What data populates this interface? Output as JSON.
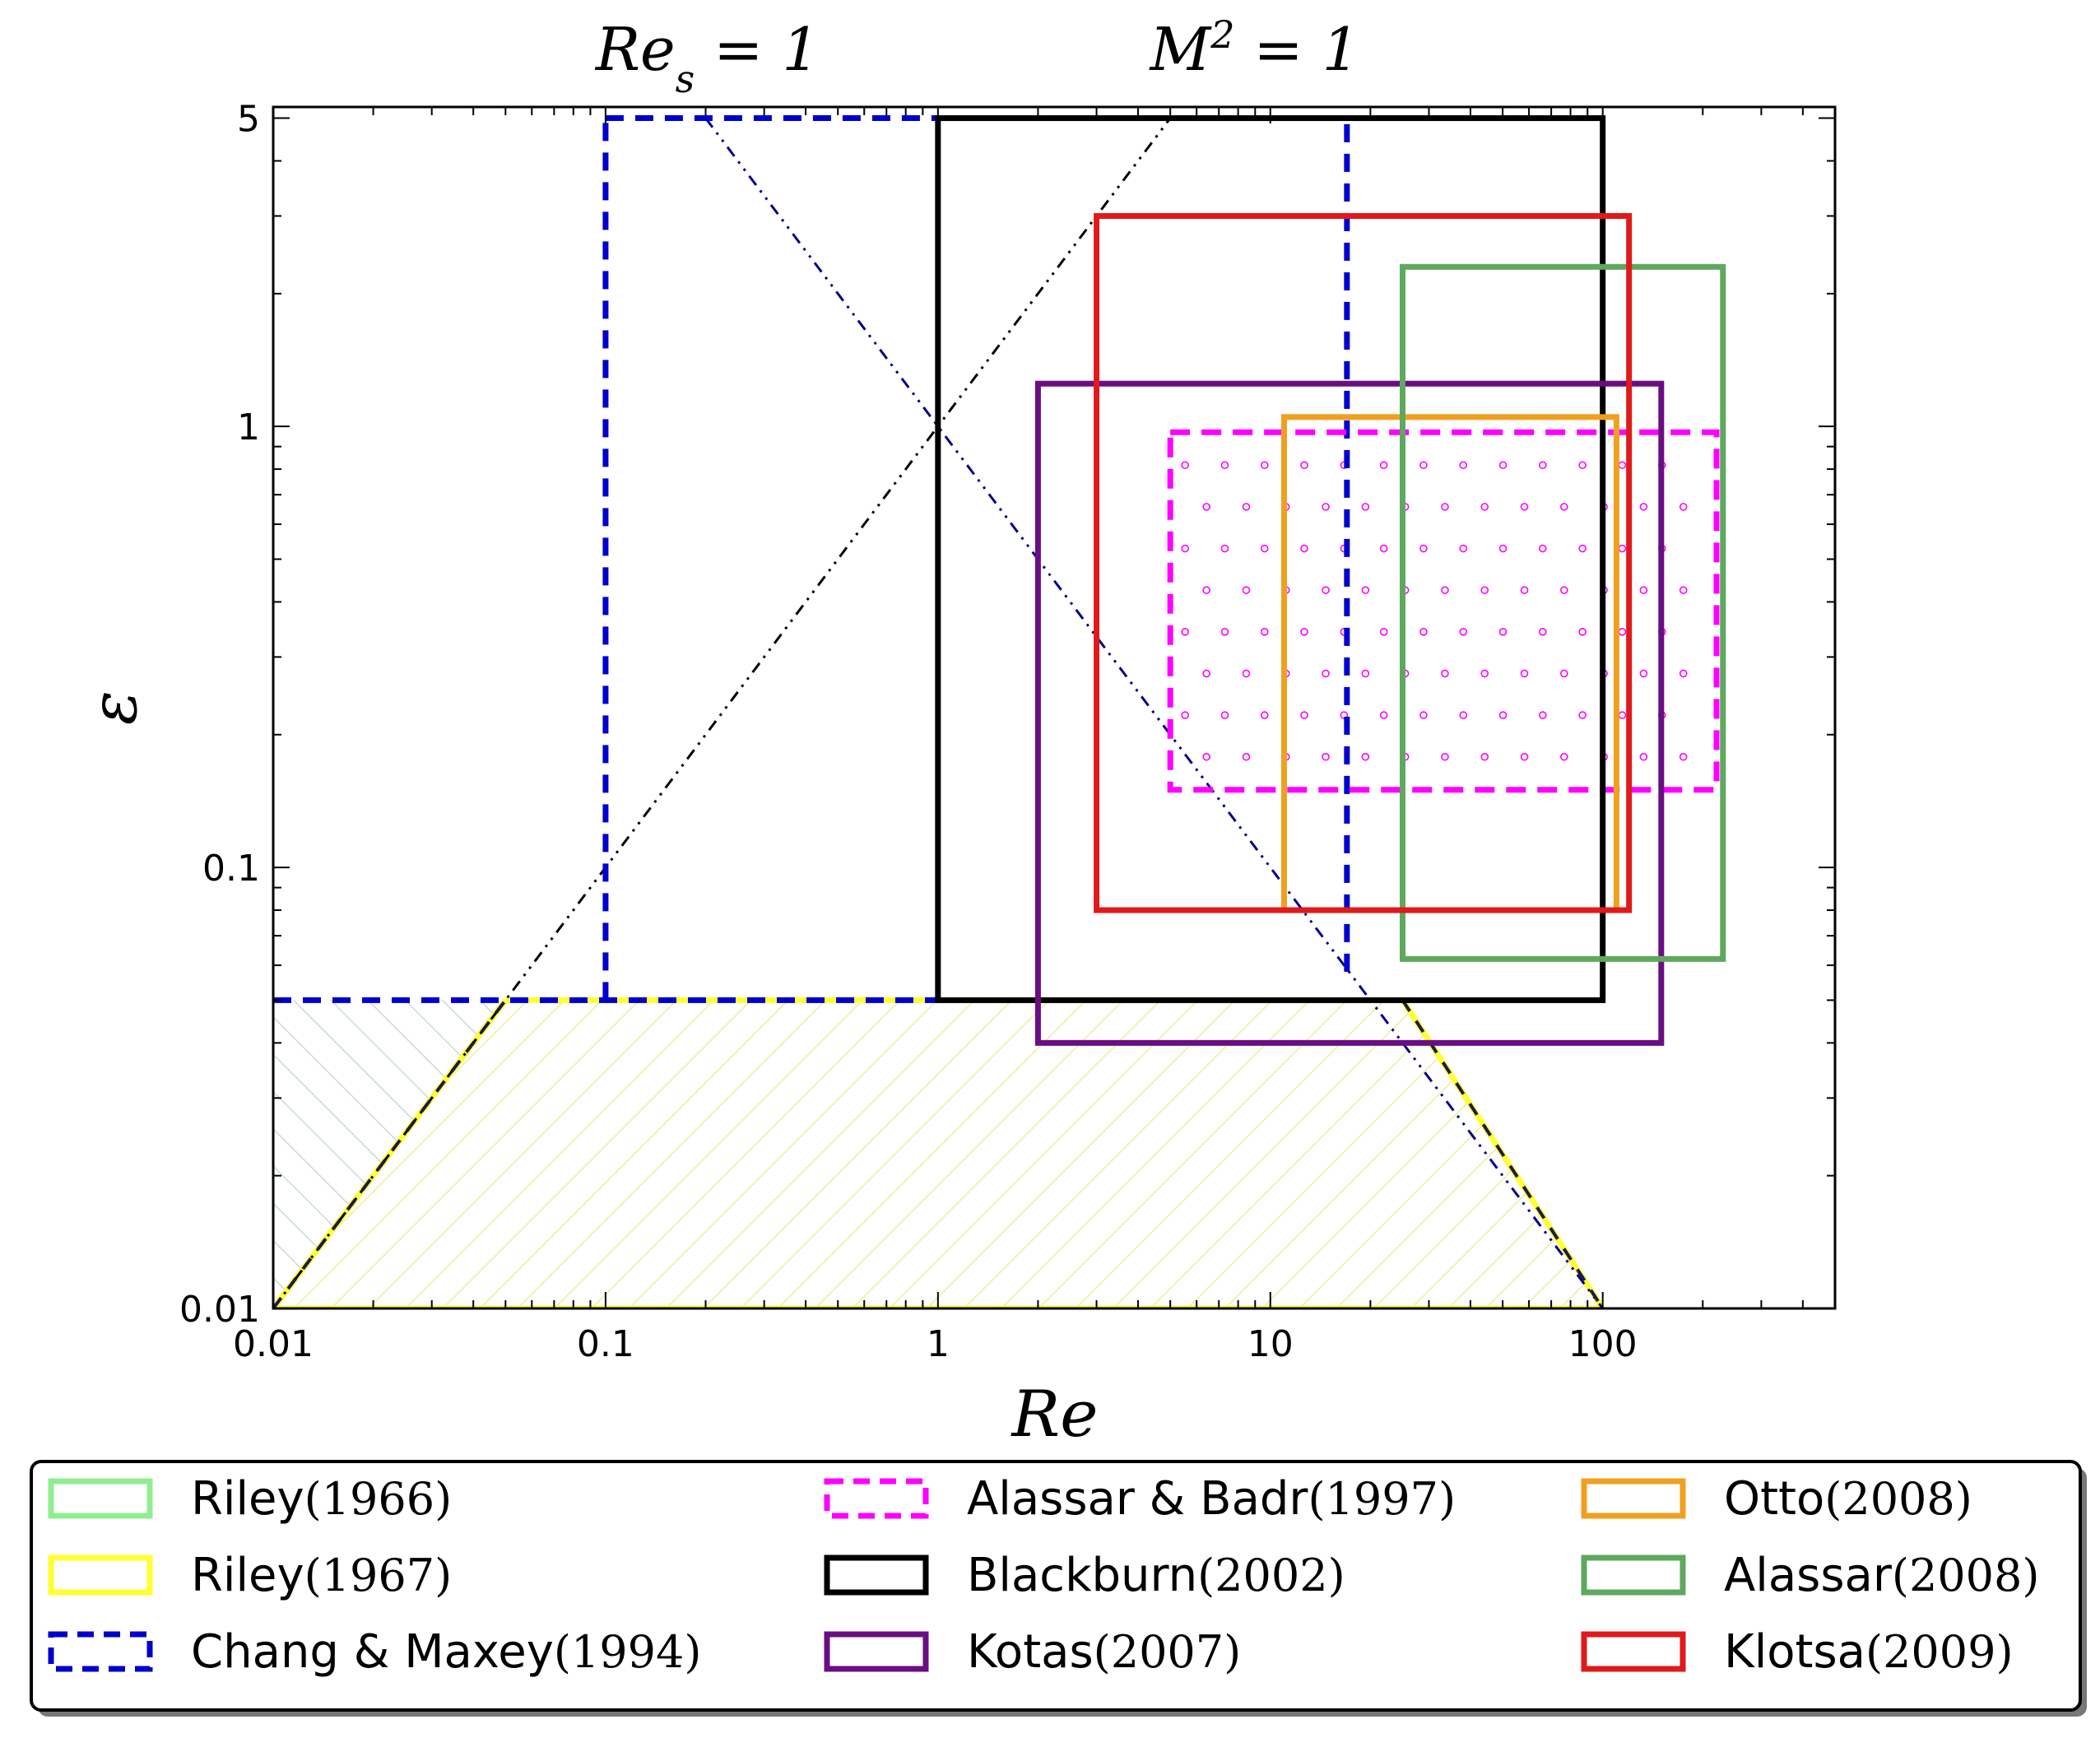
{
  "chart_data": {
    "type": "scatter",
    "xlabel": "Re",
    "ylabel": "ε",
    "xscale": "log",
    "yscale": "log",
    "xlim": [
      0.01,
      500
    ],
    "ylim": [
      0.01,
      5.3
    ],
    "xticks": [
      {
        "value": 0.01,
        "label": "0.01"
      },
      {
        "value": 0.1,
        "label": "0.1"
      },
      {
        "value": 1,
        "label": "1"
      },
      {
        "value": 10,
        "label": "10"
      },
      {
        "value": 100,
        "label": "100"
      }
    ],
    "yticks": [
      {
        "value": 0.01,
        "label": "0.01"
      },
      {
        "value": 0.1,
        "label": "0.1"
      },
      {
        "value": 1,
        "label": "1"
      },
      {
        "value": 5,
        "label": "5"
      }
    ],
    "annotations": [
      {
        "base": "Re",
        "sub": "s",
        "rest": " = 1",
        "x": 0.3
      },
      {
        "base": "M",
        "sup": "2",
        "rest": " = 1",
        "x": 10
      }
    ],
    "guide_lines": [
      {
        "name": "Res=1",
        "color": "#00008b",
        "style": "dashdot",
        "points": [
          [
            0.2,
            5
          ],
          [
            100,
            0.01
          ]
        ]
      },
      {
        "name": "M2=1",
        "color": "#000000",
        "style": "dashdot",
        "points": [
          [
            0.01,
            0.01
          ],
          [
            5,
            5
          ]
        ]
      }
    ],
    "series": [
      {
        "name": "Riley",
        "year": "(1966)",
        "color": "#90ee90",
        "style": "hatch",
        "region": [
          [
            0.01,
            0.05
          ],
          [
            0.05,
            0.05
          ],
          [
            0.01,
            0.01
          ]
        ]
      },
      {
        "name": "Riley",
        "year": "(1967)",
        "color": "#ffff33",
        "style": "hatch",
        "region": [
          [
            0.05,
            0.05
          ],
          [
            25,
            0.05
          ],
          [
            100,
            0.01
          ],
          [
            0.01,
            0.01
          ]
        ]
      },
      {
        "name": "Chang & Maxey",
        "year": "(1994)",
        "color": "#0000cc",
        "style": "dashed",
        "segments": [
          [
            [
              0.1,
              0.05
            ],
            [
              0.1,
              5
            ]
          ],
          [
            [
              0.1,
              5
            ],
            [
              1,
              5
            ]
          ],
          [
            [
              0.01,
              0.05
            ],
            [
              1,
              0.05
            ]
          ],
          [
            [
              17,
              0.058
            ],
            [
              17,
              5
            ]
          ]
        ]
      },
      {
        "name": "Alassar & Badr",
        "year": "(1997)",
        "color": "#ff00ff",
        "style": "dashed-dotted-fill",
        "rect": {
          "x0": 5,
          "x1": 220,
          "y0": 0.15,
          "y1": 0.97
        }
      },
      {
        "name": "Blackburn",
        "year": "(2002)",
        "color": "#000000",
        "style": "solid",
        "rect": {
          "x0": 1,
          "x1": 100,
          "y0": 0.05,
          "y1": 5
        }
      },
      {
        "name": "Kotas",
        "year": "(2007)",
        "color": "#6a0d83",
        "style": "solid",
        "rect": {
          "x0": 2,
          "x1": 150,
          "y0": 0.04,
          "y1": 1.25
        }
      },
      {
        "name": "Otto",
        "year": "(2008)",
        "color": "#f0a020",
        "style": "solid",
        "rect": {
          "x0": 11,
          "x1": 110,
          "y0": 0.08,
          "y1": 1.05
        }
      },
      {
        "name": "Alassar",
        "year": "(2008)",
        "color": "#5fa85f",
        "style": "solid",
        "rect": {
          "x0": 25,
          "x1": 230,
          "y0": 0.062,
          "y1": 2.3
        }
      },
      {
        "name": "Klotsa",
        "year": "(2009)",
        "color": "#e01a1a",
        "style": "solid",
        "rect": {
          "x0": 3,
          "x1": 120,
          "y0": 0.08,
          "y1": 3
        }
      }
    ],
    "legend": {
      "placement": "below",
      "columns": 3
    }
  }
}
